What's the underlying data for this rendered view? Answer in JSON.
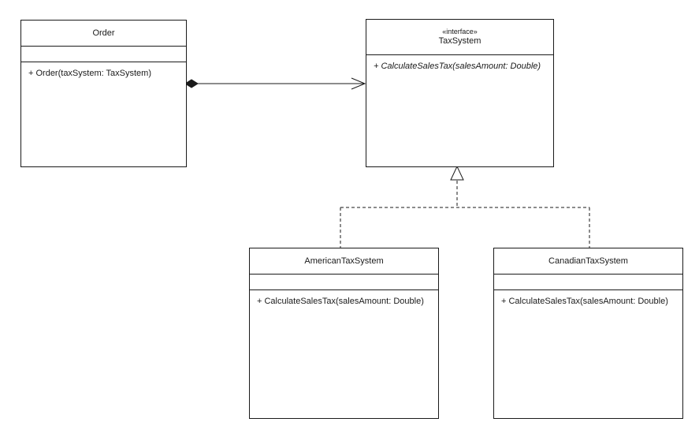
{
  "colors": {
    "line": "#1a1a1a",
    "background": "#ffffff",
    "box_fill": "#ffffff",
    "text": "#1a1a1a"
  },
  "classes": {
    "order": {
      "name": "Order",
      "methods": [
        "+ Order(taxSystem: TaxSystem)"
      ]
    },
    "taxSystem": {
      "stereotype": "«interface»",
      "name": "TaxSystem",
      "methods": [
        "+ CalculateSalesTax(salesAmount: Double)"
      ]
    },
    "americanTaxSystem": {
      "name": "AmericanTaxSystem",
      "methods": [
        "+ CalculateSalesTax(salesAmount: Double)"
      ]
    },
    "canadianTaxSystem": {
      "name": "CanadianTaxSystem",
      "methods": [
        "+ CalculateSalesTax(salesAmount: Double)"
      ]
    }
  },
  "relationships": [
    {
      "type": "composition",
      "from": "Order",
      "to": "TaxSystem"
    },
    {
      "type": "realization",
      "from": "AmericanTaxSystem",
      "to": "TaxSystem"
    },
    {
      "type": "realization",
      "from": "CanadianTaxSystem",
      "to": "TaxSystem"
    }
  ]
}
